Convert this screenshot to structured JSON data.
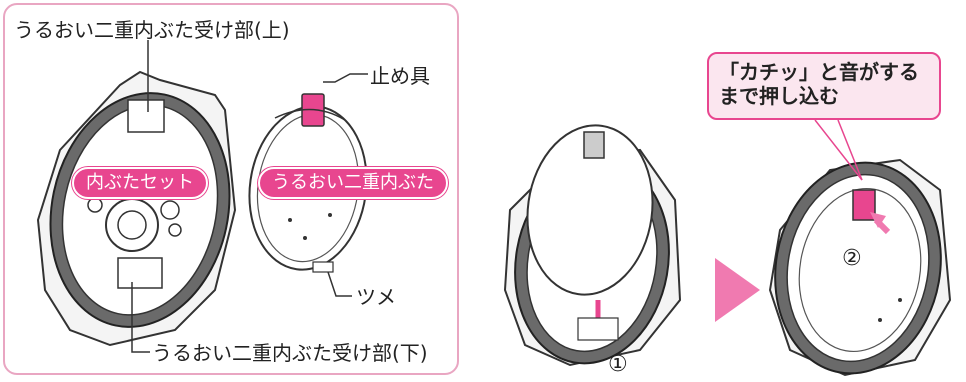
{
  "left_panel": {
    "label_upper_receiver": "うるおい二重内ぶた受け部(上)",
    "label_stopper": "止め具",
    "label_inner_lid_set": "内ぶたセット",
    "label_double_inner_lid": "うるおい二重内ぶた",
    "label_tab": "ツメ",
    "label_lower_receiver": "うるおい二重内ぶた受け部(下)"
  },
  "right_panel": {
    "speech_line1": "「カチッ」と音がする",
    "speech_line2": "まで押し込む",
    "step1": "①",
    "step2": "②"
  },
  "colors": {
    "accent_pink": "#e8468f",
    "panel_border": "#e9a6c2",
    "speech_fill": "#fbe6ef",
    "arrow_pink": "#f07ab0"
  }
}
